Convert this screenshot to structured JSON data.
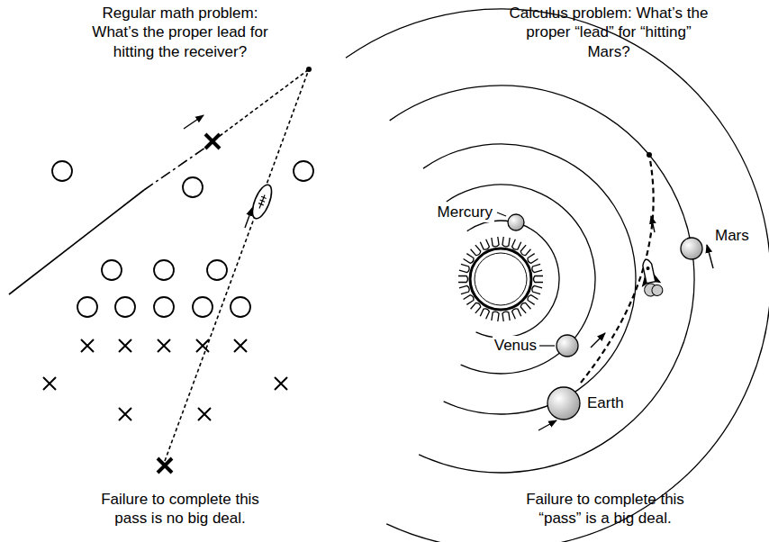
{
  "diagram": {
    "labels": [
      "Regular math problem: What’s the proper lead for hitting the receiver?",
      "Calculus problem: What’s the proper “lead” for “hitting” Mars?",
      "Mercury",
      "Mars",
      "Venus",
      "Earth",
      "Failure to complete this pass is no big deal.",
      "Failure to complete this “pass” is a big deal."
    ]
  }
}
